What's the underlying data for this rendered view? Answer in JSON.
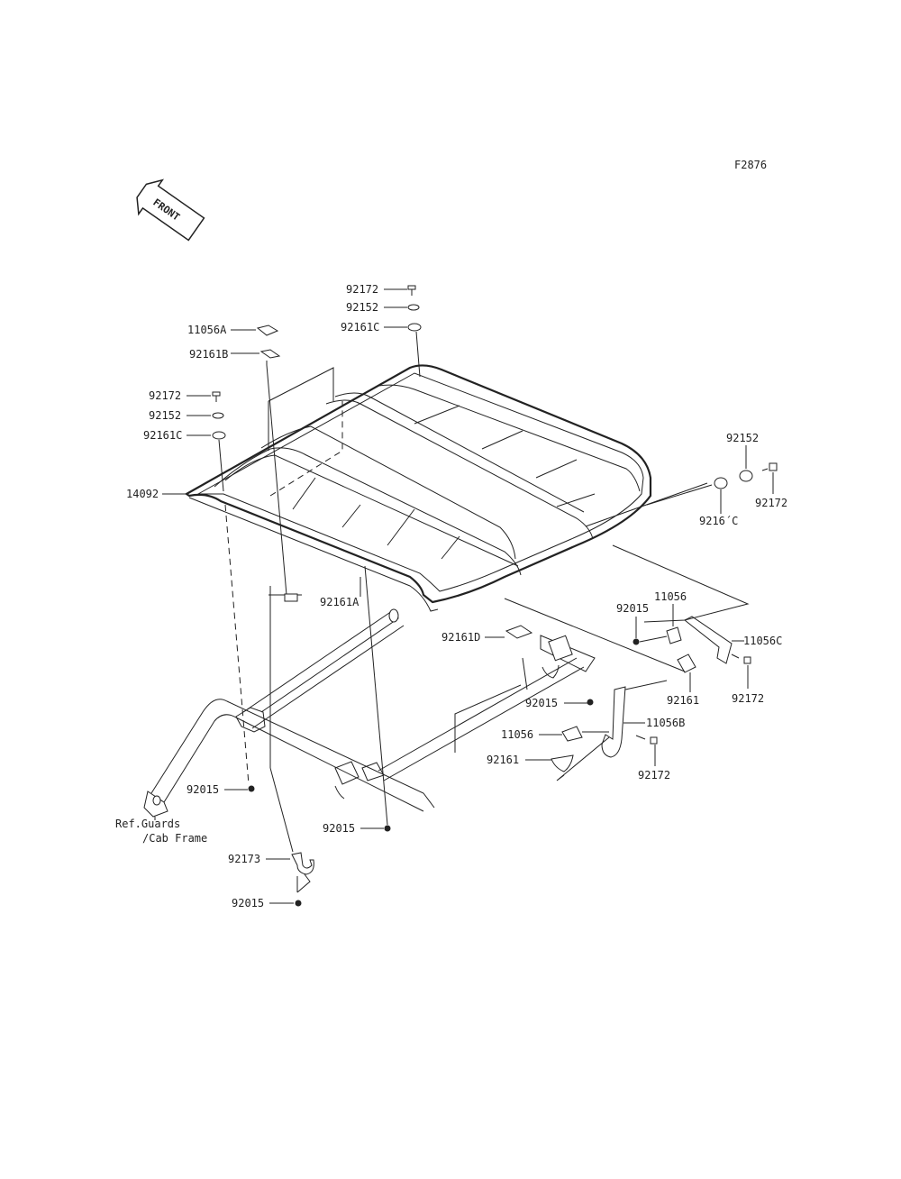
{
  "figure_code": "F2876",
  "front_badge": "FRONT",
  "labels": {
    "p92172_top": "92172",
    "p92152_top": "92152",
    "p92161C_top": "92161C",
    "p11056A": "11056A",
    "p92161B": "92161B",
    "p92172_left": "92172",
    "p92152_left": "92152",
    "p92161C_left": "92161C",
    "p14092": "14092",
    "p92152_right": "92152",
    "p92172_right": "92172",
    "p92161C_right": "9216´C",
    "p92161A": "92161A",
    "p92161D": "92161D",
    "p92015_a": "92015",
    "p11056_a": "11056",
    "p11056C": "11056C",
    "p92161_a": "92161",
    "p92172_b": "92172",
    "p92015_b": "92015",
    "p11056B": "11056B",
    "p11056_b": "11056",
    "p92161_b": "92161",
    "p92172_c": "92172",
    "p92015_c": "92015",
    "p92015_d": "92015",
    "p92173": "92173",
    "p92015_e": "92015",
    "ref_line1": "Ref.Guards",
    "ref_line2": "/Cab Frame"
  }
}
